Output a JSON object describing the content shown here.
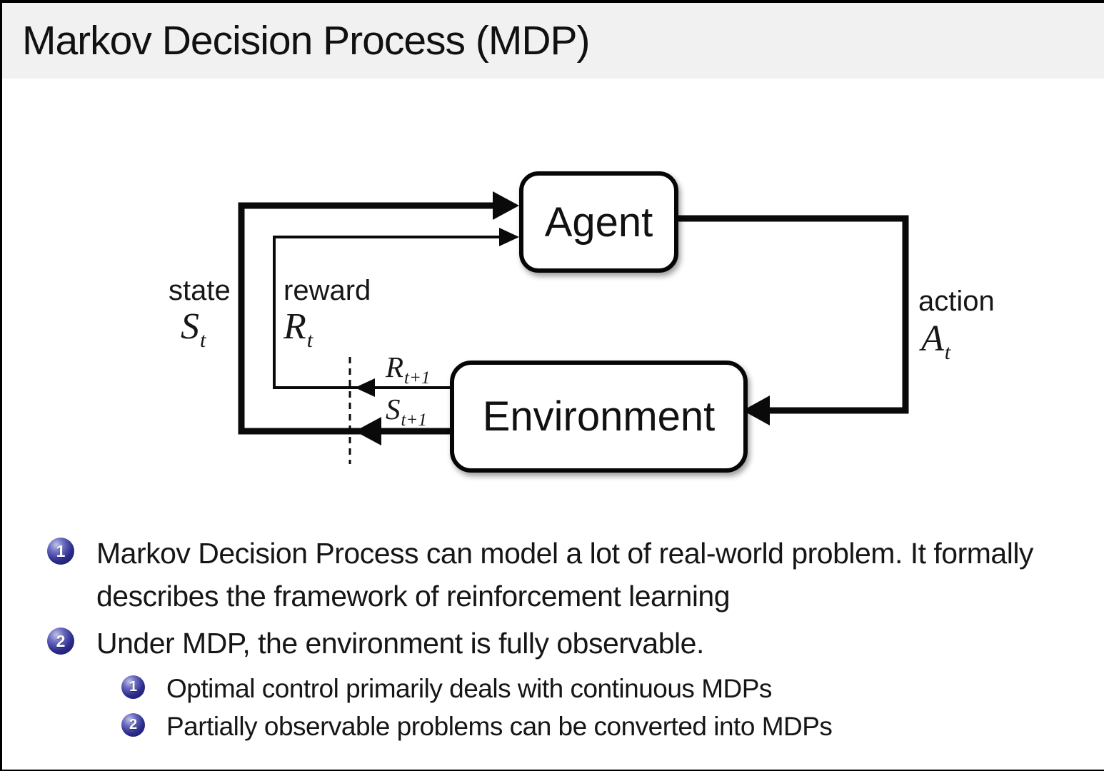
{
  "title": "Markov Decision Process (MDP)",
  "colors": {
    "title_bar_bg": "#f1f1f1",
    "title_text": "#111111",
    "body_bg": "#ffffff",
    "diagram_line": "#0a0a0a",
    "bullet_ball_blue": "#2c2c8d",
    "body_text": "#161616",
    "page_border": "#000000"
  },
  "diagram": {
    "agent_label": "Agent",
    "environment_label": "Environment",
    "state_label": "state",
    "reward_label": "reward",
    "action_label": "action",
    "state_symbol": {
      "base": "S",
      "sub": "t"
    },
    "reward_symbol": {
      "base": "R",
      "sub": "t"
    },
    "action_symbol": {
      "base": "A",
      "sub": "t"
    },
    "next_reward_symbol": {
      "base": "R",
      "sub": "t+1"
    },
    "next_state_symbol": {
      "base": "S",
      "sub": "t+1"
    }
  },
  "bullets": [
    {
      "marker": "1",
      "text": "Markov Decision Process can model a lot of real-world problem. It formally describes the framework of reinforcement learning",
      "sub": []
    },
    {
      "marker": "2",
      "text": "Under MDP, the environment is fully observable.",
      "sub": [
        {
          "marker": "1",
          "text": "Optimal control primarily deals with continuous MDPs"
        },
        {
          "marker": "2",
          "text": "Partially observable problems can be converted into MDPs"
        }
      ]
    }
  ]
}
